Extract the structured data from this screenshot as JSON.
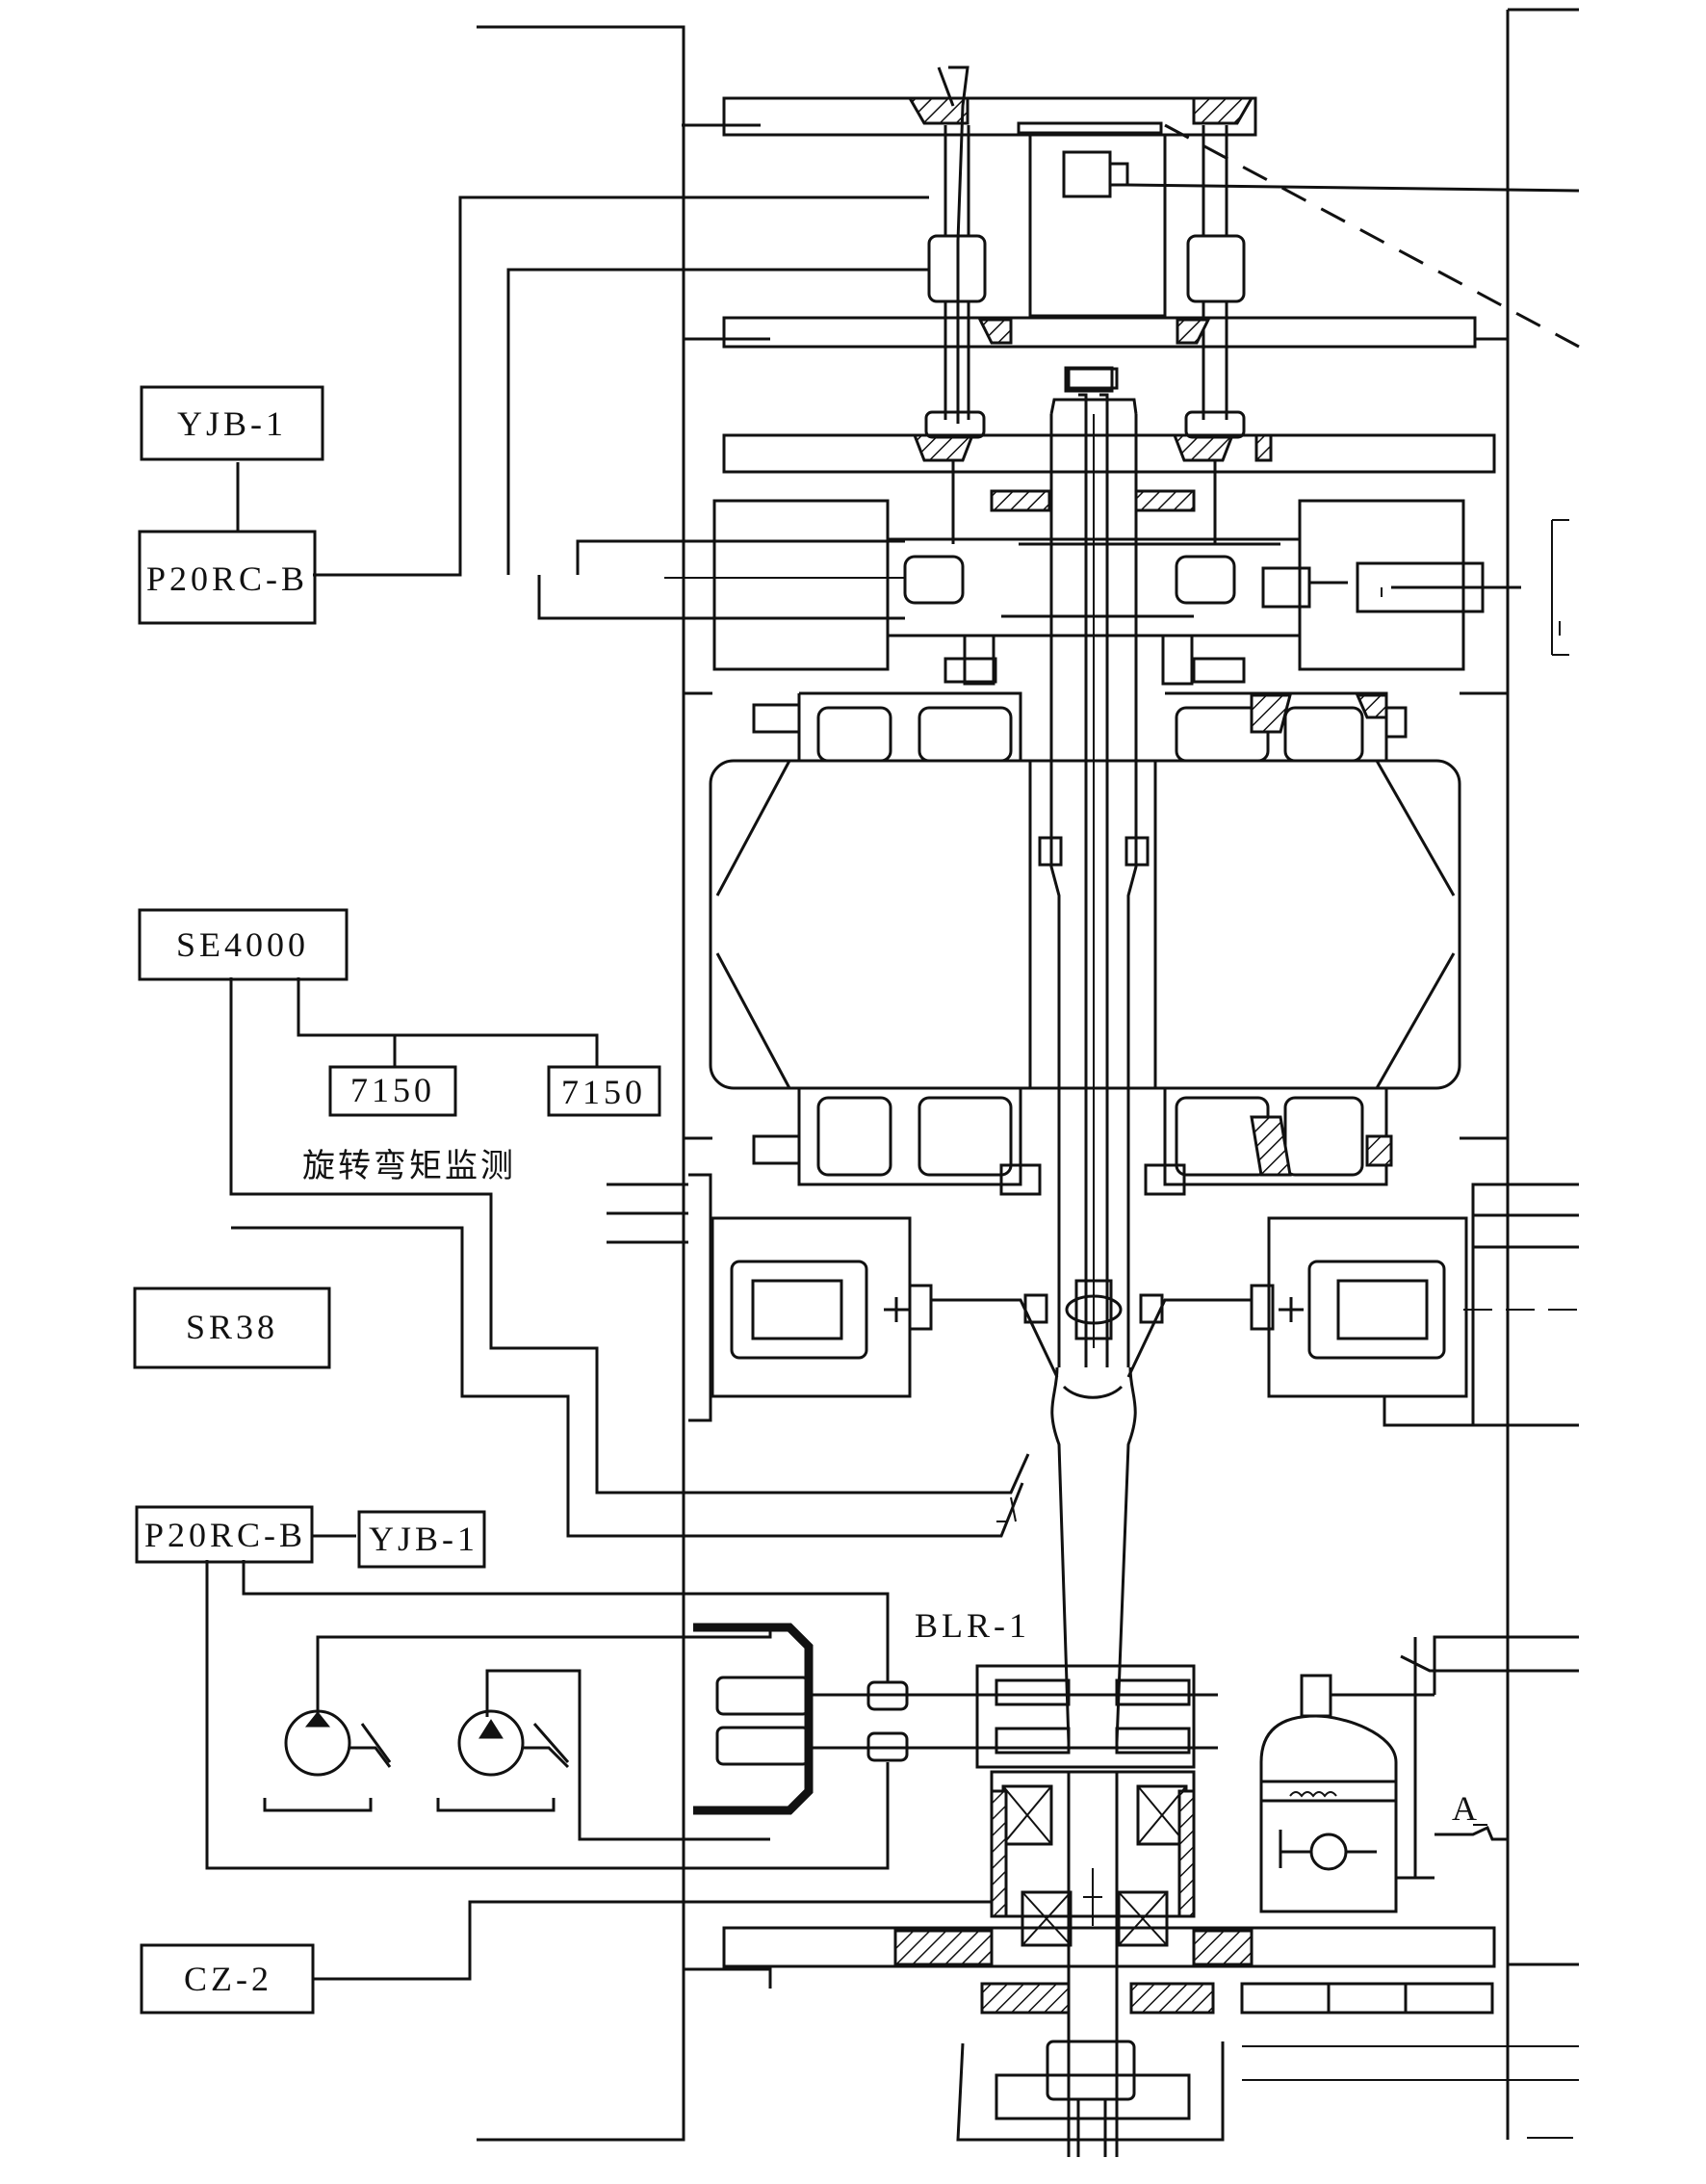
{
  "diagram": {
    "instrument_boxes": {
      "yjb_top": "YJB-1",
      "p20rc_top": "P20RC-B",
      "se4000": "SE4000",
      "amp_left": "7150",
      "amp_right": "7150",
      "sr38": "SR38",
      "p20rc_bottom": "P20RC-B",
      "yjb_bottom": "YJB-1",
      "cz2": "CZ-2"
    },
    "annotations": {
      "rotating_moment": "旋转弯矩监测",
      "blr": "BLR-1",
      "point_a": "A"
    }
  }
}
